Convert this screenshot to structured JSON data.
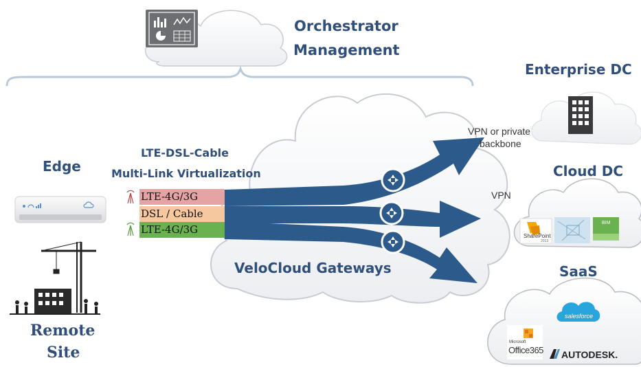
{
  "orchestrator": {
    "line1": "Orchestrator",
    "line2": "Management"
  },
  "edge": {
    "label": "Edge"
  },
  "links": {
    "title1": "LTE-DSL-Cable",
    "title2": "Multi-Link Virtualization",
    "items": [
      "LTE-4G/3G",
      "DSL / Cable",
      "LTE-4G/3G"
    ]
  },
  "gateways": {
    "label": "VeloCloud Gateways"
  },
  "remote": {
    "line1": "Remote",
    "line2": "Site"
  },
  "enterprise": {
    "label": "Enterprise DC",
    "vpn_line1": "VPN or private",
    "vpn_line2": "backbone"
  },
  "cloud_dc": {
    "label": "Cloud DC",
    "vpn": "VPN",
    "sharepoint": "SharePoint",
    "sharepoint_year": "2013",
    "bim": "BIM"
  },
  "saas": {
    "label": "SaaS",
    "salesforce": "salesforce",
    "office_line1": "Microsoft",
    "office_line2": "Office365",
    "autodesk": "AUTODESK."
  },
  "colors": {
    "title": "#2f4f7a",
    "arrow": "#2c5a8a",
    "lte_red": "#e6a3a3",
    "dsl_orange": "#f5c8a0",
    "lte_green": "#6ab150",
    "cloud_edge": "#c8ccd2"
  }
}
